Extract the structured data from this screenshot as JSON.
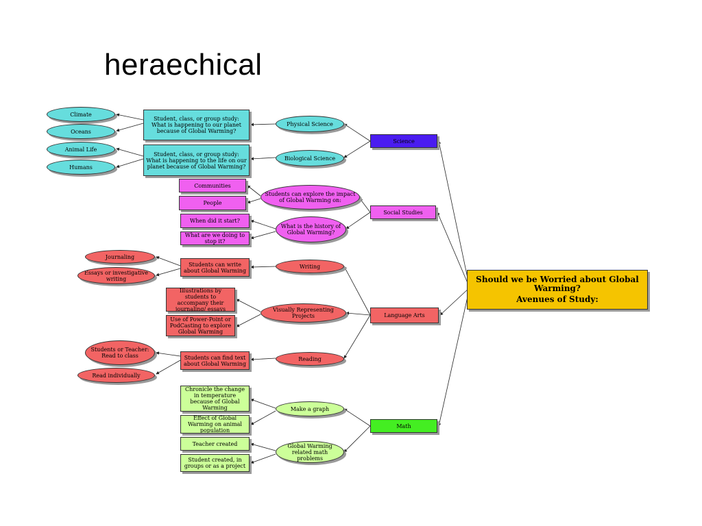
{
  "title": "heraechical",
  "colors": {
    "cyan": "#66dddd",
    "blue": "#4a1cf0",
    "magenta": "#f060f0",
    "red": "#f26464",
    "green": "#44ee22",
    "light_green": "#ccff99",
    "gold": "#f5c400"
  },
  "root": {
    "line1": "Should we be Worried about Global Warming?",
    "line2": "Avenues of Study:"
  },
  "branches": {
    "science": "Science",
    "social_studies": "Social Studies",
    "language_arts": "Language Arts",
    "math": "Math"
  },
  "science": {
    "physical": "Physical Science",
    "biological": "Biological Science",
    "study_planet": "Student, class, or group study: What is happening to our planet because of Global Warming?",
    "study_life": "Student, class, or group study: What is happening to the life on our planet because of Global Warming?",
    "climate": "Climate",
    "oceans": "Oceans",
    "animal_life": "Animal Life",
    "humans": "Humans"
  },
  "social_studies": {
    "explore_impact": "Students can explore the impact of Global Warming on:",
    "history": "What is the history of Global Warming?",
    "communities": "Communities",
    "people": "People",
    "when_start": "When did it start?",
    "stop_it": "What are we doing to stop it?"
  },
  "language_arts": {
    "writing": "Writing",
    "visually": "Visually Representing Projects",
    "reading": "Reading",
    "write_about": "Students can write about Global Warming",
    "journaling": "Journaling",
    "essays": "Essays or investigative writing",
    "illustrations": "Illustrations by students to accompany their journaling/ essays",
    "powerpoint": "Use of Power-Point or PodCasting to explore Global Warming",
    "find_text": "Students can find text about Global Warming",
    "read_to_class": "Students or Teacher: Read to class",
    "read_individually": "Read individually"
  },
  "math": {
    "make_graph": "Make a graph",
    "math_problems": "Global Warming related math problems",
    "chronicle": "Chronicle the change in temperature because of Global Warming",
    "effect": "Effect of Global Warming on animal population",
    "teacher_created": "Teacher created",
    "student_created": "Student created, in groups or as a project"
  }
}
